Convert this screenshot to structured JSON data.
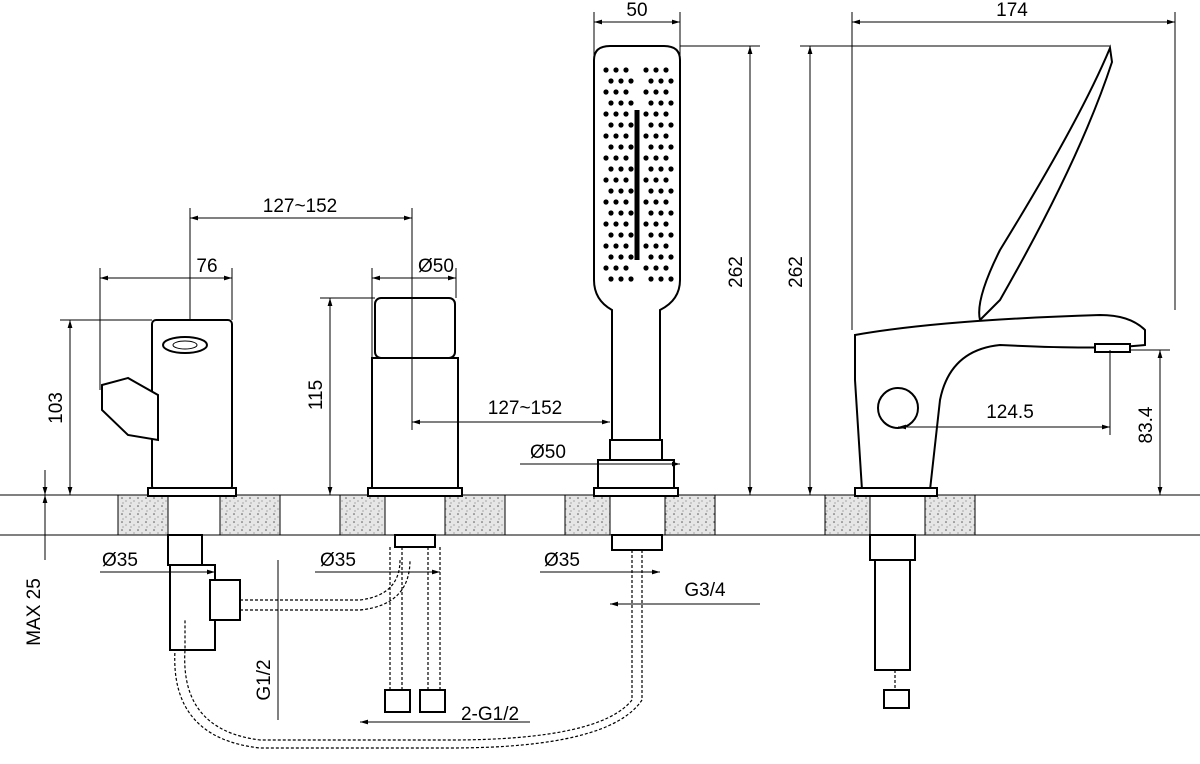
{
  "drawing": {
    "title": "Three-hole bath mixer with hand shower technical drawing",
    "dimensions": {
      "shower_width": "50",
      "side_depth": "174",
      "spacing_top": "127~152",
      "spout_width": "76",
      "handle_diameter": "Ø50",
      "shower_height_front": "262",
      "shower_height_side": "262",
      "spout_height": "103",
      "handle_height": "115",
      "spacing_mid": "127~152",
      "reach": "124.5",
      "outlet_height": "83.4",
      "shower_base_diameter": "Ø50",
      "shank_1": "Ø35",
      "shank_2": "Ø35",
      "shank_3": "Ø35",
      "hose_thread": "G3/4",
      "max_deck": "MAX 25",
      "inlet_thread": "G1/2",
      "supply_threads": "2-G1/2"
    }
  }
}
